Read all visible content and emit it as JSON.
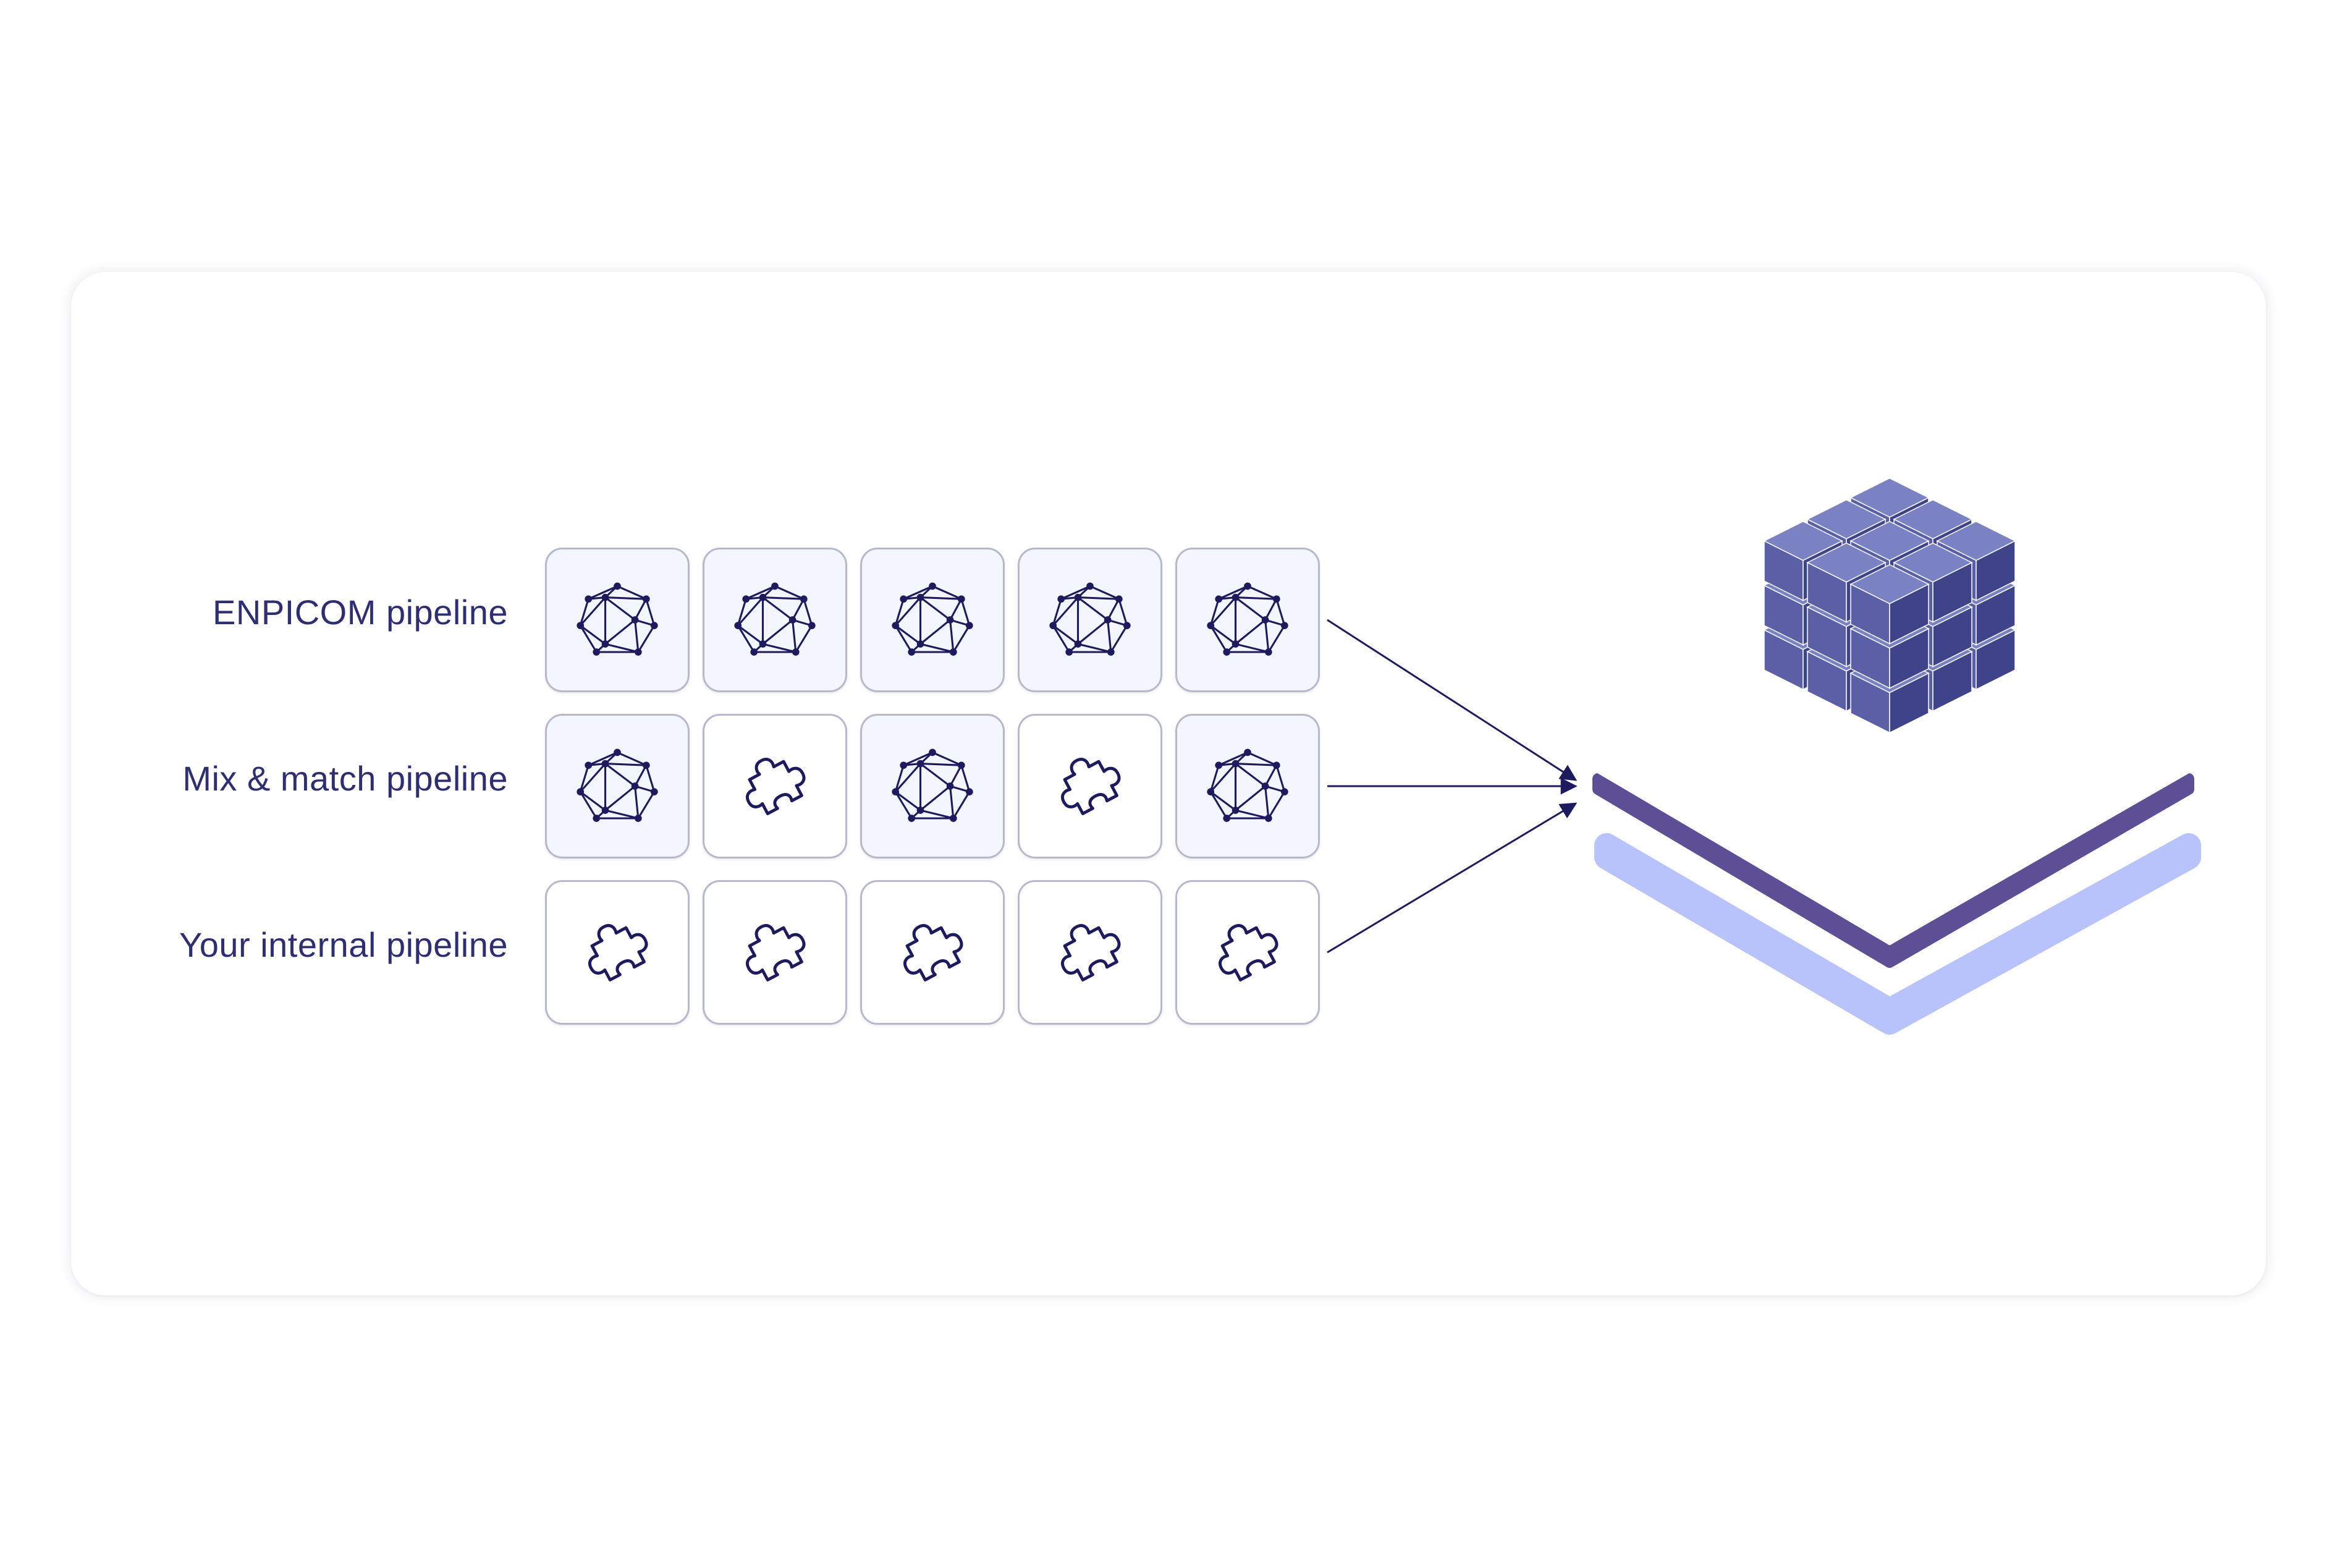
{
  "diagram": {
    "rows": [
      {
        "label": "ENPICOM pipeline",
        "tiles": [
          "network-icon",
          "network-icon",
          "network-icon",
          "network-icon",
          "network-icon"
        ]
      },
      {
        "label": "Mix & match pipeline",
        "tiles": [
          "network-icon",
          "puzzle-icon",
          "network-icon",
          "puzzle-icon",
          "network-icon"
        ]
      },
      {
        "label": "Your internal pipeline",
        "tiles": [
          "puzzle-icon",
          "puzzle-icon",
          "puzzle-icon",
          "puzzle-icon",
          "puzzle-icon"
        ]
      }
    ],
    "destination_icon": "cube-stack-icon",
    "colors": {
      "text": "#2e2e72",
      "icon_stroke": "#1d1a5e",
      "tile_border": "#b7b8cc",
      "network_tile_bg": "#f3f6fe",
      "cube_front": "#5a5fa6",
      "cube_top": "#7b82c4",
      "cube_side": "#3f4389",
      "platform_edge": "#5c4f95",
      "platform_shadow": "#b8c3fb"
    }
  }
}
